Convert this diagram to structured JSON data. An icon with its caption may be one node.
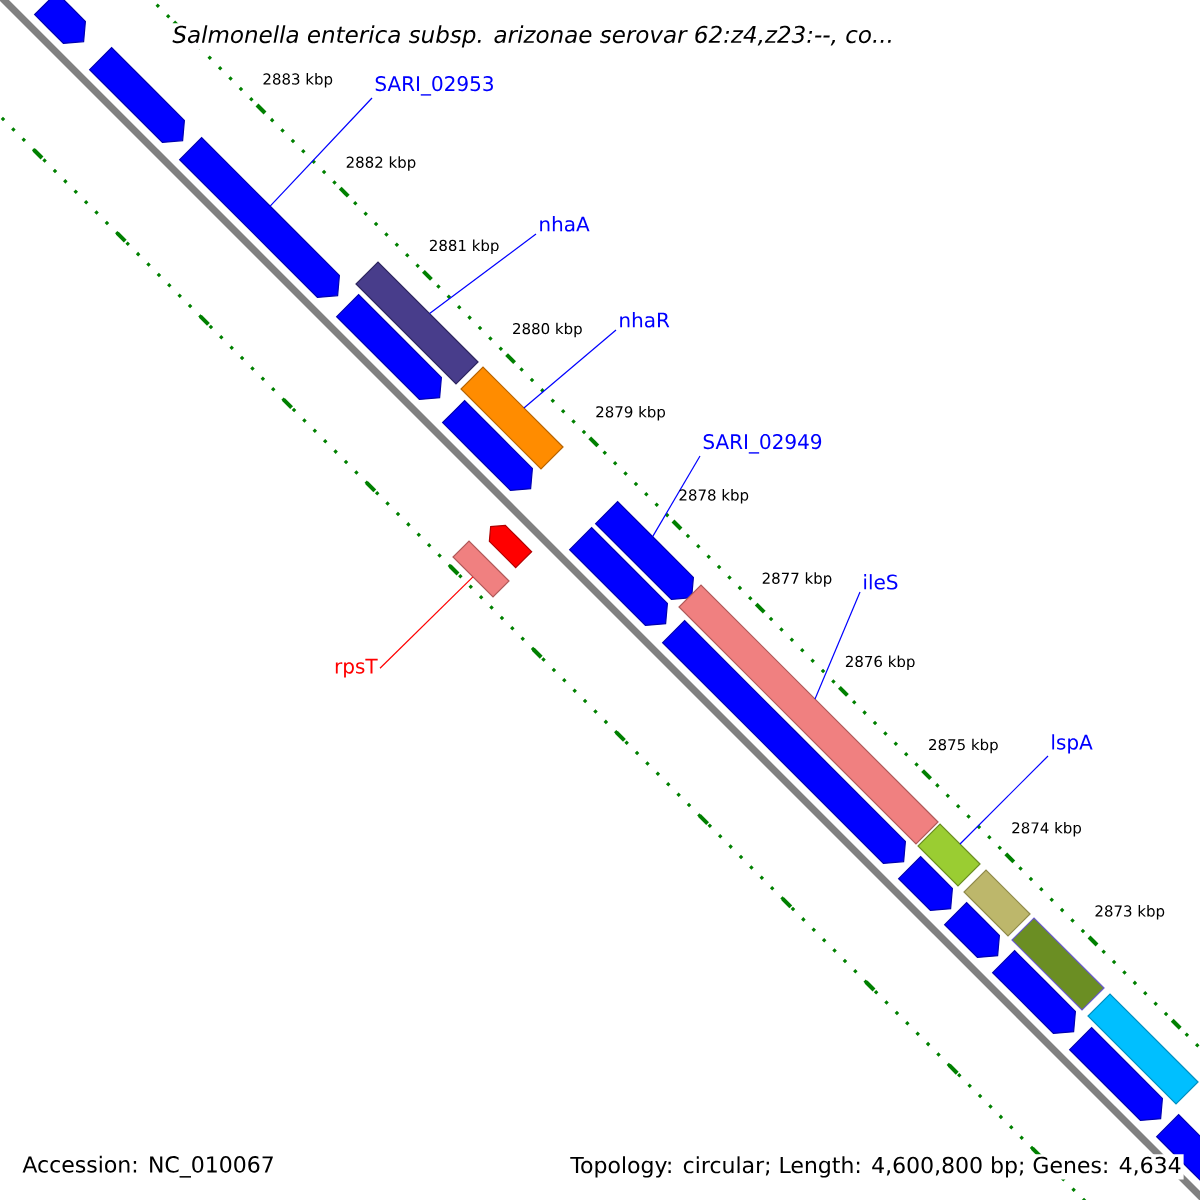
{
  "diagram": {
    "title": "Salmonella enterica subsp. arizonae serovar 62:z4,z23:--, co...",
    "nodes": [
      {
        "text": [
          "SARI_02953"
        ]
      },
      {
        "text": [],
        "shape": "pentagon"
      },
      {
        "text": [
          "nhaA"
        ]
      },
      {
        "text": [],
        "shape": "bar"
      },
      {
        "text": [
          "nhaR"
        ]
      },
      {
        "text": [],
        "shape": "bar"
      },
      {
        "text": [
          "SARI_02949"
        ]
      },
      {
        "text": [],
        "shape": "pentagon"
      },
      {
        "text": [
          "ileS"
        ]
      },
      {
        "text": [],
        "shape": "bar"
      },
      {
        "text": [
          "lspA"
        ]
      },
      {
        "text": [],
        "shape": "bar"
      },
      {
        "text": [
          "rpsT"
        ]
      },
      {
        "text": [],
        "shape": "bar"
      },
      {
        "text": [],
        "shape": "pentagon"
      },
      {
        "text": [],
        "shape": "pentagon"
      },
      {
        "text": [],
        "shape": "pentagon"
      },
      {
        "text": [],
        "shape": "pentagon"
      },
      {
        "text": [],
        "shape": "pentagon"
      },
      {
        "text": [],
        "shape": "pentagon"
      },
      {
        "text": [],
        "shape": "pentagon"
      },
      {
        "text": [],
        "shape": "pentagon"
      },
      {
        "text": [],
        "shape": "bar"
      },
      {
        "text": [],
        "shape": "pentagon"
      },
      {
        "text": [],
        "shape": "bar"
      },
      {
        "text": [],
        "shape": "pentagon"
      },
      {
        "text": [],
        "shape": "bar"
      },
      {
        "text": [],
        "shape": "pentagon"
      },
      {
        "text": [],
        "shape": "pentagon"
      }
    ],
    "edges": [
      {
        "from": 0,
        "to": 1,
        "arrow": "none"
      },
      {
        "from": 2,
        "to": 3,
        "arrow": "none"
      },
      {
        "from": 4,
        "to": 5,
        "arrow": "none"
      },
      {
        "from": 6,
        "to": 7,
        "arrow": "none"
      },
      {
        "from": 8,
        "to": 9,
        "arrow": "none"
      },
      {
        "from": 10,
        "to": 11,
        "arrow": "none"
      },
      {
        "from": 12,
        "to": 13,
        "arrow": "none",
        "color": "#ff0000"
      }
    ],
    "labels": [
      "2883 kbp",
      "2882 kbp",
      "2881 kbp",
      "2880 kbp",
      "2879 kbp",
      "2878 kbp",
      "2877 kbp",
      "2876 kbp",
      "2875 kbp",
      "2874 kbp",
      "2873 kbp",
      "Accession: NC_010067",
      "Topology: circular; Length: 4,600,800 bp; Genes: 4,634"
    ]
  }
}
